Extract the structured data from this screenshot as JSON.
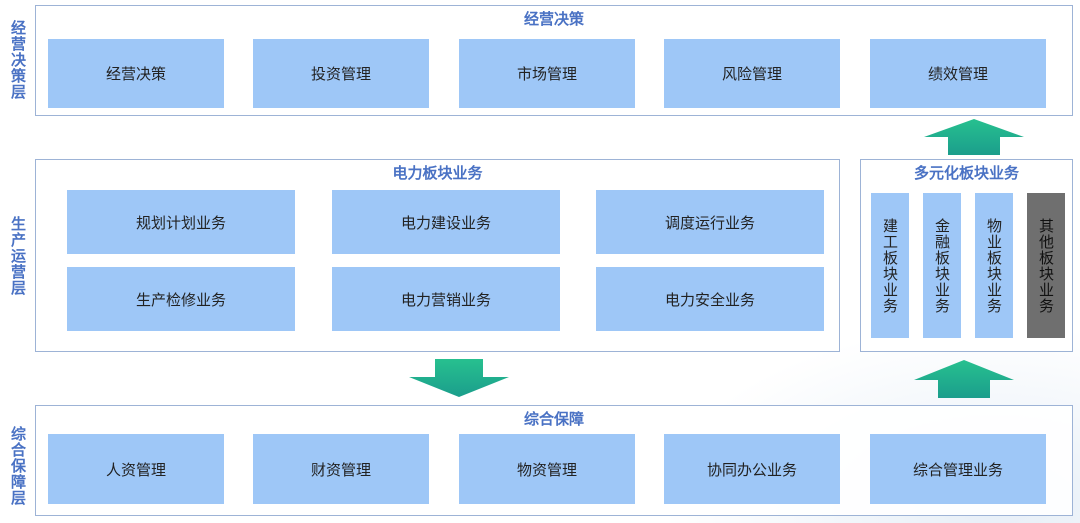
{
  "side_labels": {
    "decision": "经营决策层",
    "production": "生产运营层",
    "support": "综合保障层"
  },
  "decision_panel": {
    "title": "经营决策",
    "items": [
      "经营决策",
      "投资管理",
      "市场管理",
      "风险管理",
      "绩效管理"
    ]
  },
  "power_panel": {
    "title": "电力板块业务",
    "items": [
      "规划计划业务",
      "电力建设业务",
      "调度运行业务",
      "生产检修业务",
      "电力营销业务",
      "电力安全业务"
    ]
  },
  "diversified_panel": {
    "title": "多元化板块业务",
    "items": [
      "建工板块业务",
      "金融板块业务",
      "物业板块业务",
      "其他板块业务"
    ]
  },
  "support_panel": {
    "title": "综合保障",
    "items": [
      "人资管理",
      "财资管理",
      "物资管理",
      "协同办公业务",
      "综合管理业务"
    ]
  },
  "colors": {
    "box": "#9ec7f7",
    "box_other": "#6f6f6f",
    "title": "#4a72c4",
    "arrow": "#1fae8f"
  }
}
